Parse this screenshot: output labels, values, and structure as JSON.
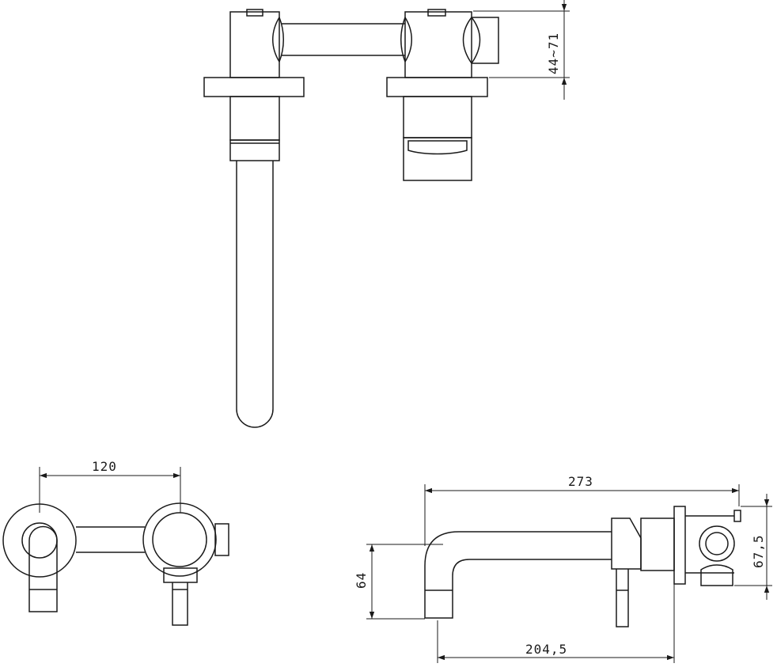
{
  "dimensions": {
    "height_range": "44~71",
    "spout_spacing": "120",
    "overall_length": "273",
    "spout_height": "64",
    "spout_projection": "204,5",
    "body_height": "67,5"
  },
  "colors": {
    "line": "#1a1a1a",
    "background": "#ffffff"
  }
}
